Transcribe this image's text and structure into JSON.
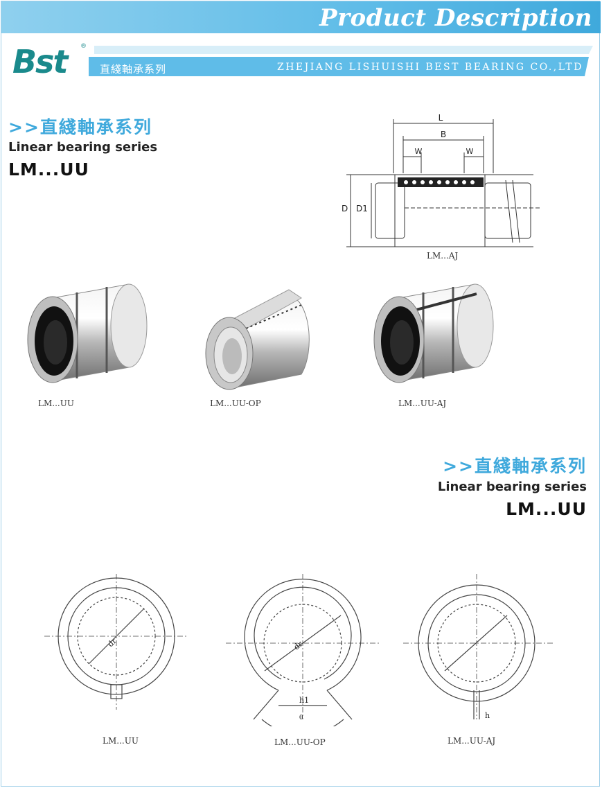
{
  "header": {
    "title": "Product Description"
  },
  "logo": {
    "text": "Bst",
    "registered": "®"
  },
  "banner": {
    "series_cn": "直綫軸承系列",
    "company": "ZHEJIANG LISHUISHI BEST BEARING CO.,LTD"
  },
  "section1": {
    "heading_cn": ">>直綫軸承系列",
    "heading_en": "Linear bearing series",
    "model": "LM...UU"
  },
  "section2": {
    "heading_cn": ">>直綫軸承系列",
    "heading_en": "Linear bearing series",
    "model": "LM...UU"
  },
  "drawing_top": {
    "labels": {
      "L": "L",
      "B": "B",
      "W1": "W",
      "W2": "W",
      "D": "D",
      "D1": "D1"
    },
    "caption": "LM...AJ"
  },
  "photos": [
    {
      "caption": "LM...UU"
    },
    {
      "caption": "LM...UU-OP"
    },
    {
      "caption": "LM...UU-AJ"
    }
  ],
  "cross_sections": [
    {
      "caption": "LM...UU",
      "dr": "dr"
    },
    {
      "caption": "LM...UU-OP",
      "dr": "dr",
      "h1": "h1",
      "theta": "θ"
    },
    {
      "caption": "LM...UU-AJ",
      "h": "h"
    }
  ],
  "colors": {
    "accent": "#3fa9dc",
    "logo": "#1a8a8c",
    "banner": "#5fbce8"
  }
}
